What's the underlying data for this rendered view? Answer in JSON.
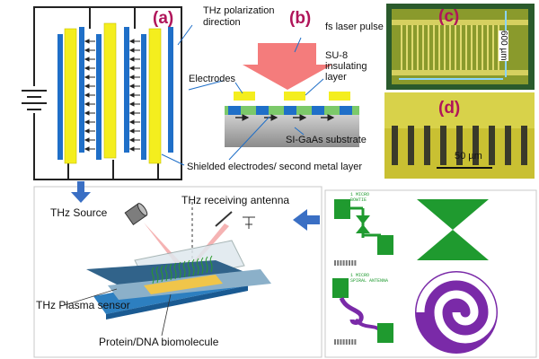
{
  "panel_a": {
    "letter": "(a)",
    "polarization_label": "THz polarization\ndirection",
    "electrodes_label": "Electrodes"
  },
  "panel_b": {
    "letter": "(b)",
    "laser_label": "fs laser pulse",
    "su8_label": "SU-8\ninsulating\nlayer",
    "substrate_label": "SI-GaAs substrate"
  },
  "shielded_label": "Shielded electrodes/ second metal layer",
  "panel_c": {
    "letter": "(c)",
    "scale_label": "600 µm"
  },
  "panel_d": {
    "letter": "(d)",
    "scale_label": "50 µm"
  },
  "bottom": {
    "source_label": "THz Source",
    "receiving_label": "THz receiving antenna",
    "sensor_label": "THz Plasma sensor",
    "biomolecule_label": "Protein/DNA biomolecule"
  },
  "antennas": {
    "bowtie_label": "1 MICRO\nBOWTIE",
    "spiral_label": "1 MICRO\nSPIRAL ANTENNA"
  },
  "colors": {
    "electrode_yellow": "#f4ee1e",
    "electrode_blue": "#1f6fc8",
    "letter": "#b0155a",
    "laser": "#f47c7c",
    "antenna_green": "#1f9a2f",
    "antenna_purple": "#7a2aa8",
    "arrow_blue": "#3a6fc4"
  }
}
